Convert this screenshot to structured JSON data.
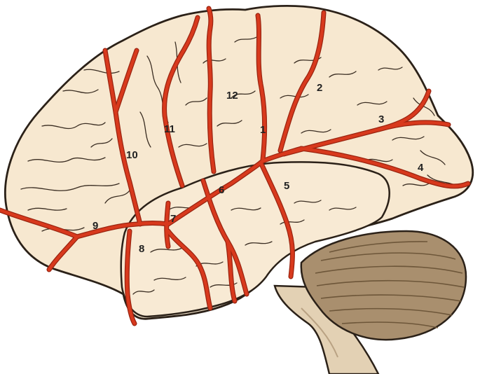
{
  "labels": {
    "l1": "1",
    "l2": "2",
    "l3": "3",
    "l4": "4",
    "l5": "5",
    "l6": "6",
    "l7": "7",
    "l8": "8",
    "l9": "9",
    "l10": "10",
    "l11": "11",
    "l12": "12"
  },
  "colors": {
    "cortex": "#f7e8d0",
    "outline": "#2b2118",
    "artery": "#d8391d",
    "artery_dark": "#9a2410",
    "cerebellum": "#a98f6e",
    "brainstem": "#e3d1b4",
    "sulcus": "#3a2d22"
  }
}
